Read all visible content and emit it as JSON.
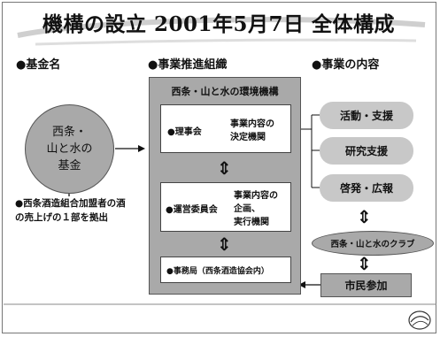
{
  "title": "機構の設立 2001年5月7日 全体構成",
  "headers": {
    "left": "●基金名",
    "center": "●事業推進組織",
    "right": "●事業の内容"
  },
  "fund": {
    "line1": "西条・",
    "line2": "山と水の",
    "line3": "基金"
  },
  "fund_note": "●西条酒造組合加盟者の酒の売上げの１部を拠出",
  "organization": {
    "title": "西条・山と水の環境機構",
    "board": {
      "name": "●理事会",
      "role1": "事業内容の",
      "role2": "決定機関"
    },
    "committee": {
      "name": "●運営委員会",
      "role1": "事業内容の",
      "role2": "企画、",
      "role3": "実行機関"
    },
    "secretariat": {
      "name": "●事務局（西条酒造協会内）"
    }
  },
  "activities": [
    "活動・支援",
    "研究支援",
    "啓発・広報"
  ],
  "club": "西条・山と水のクラブ",
  "citizen": "市民参加",
  "colors": {
    "box_gray": "#a9a9a9",
    "pill_gray": "#c8c8c8"
  }
}
